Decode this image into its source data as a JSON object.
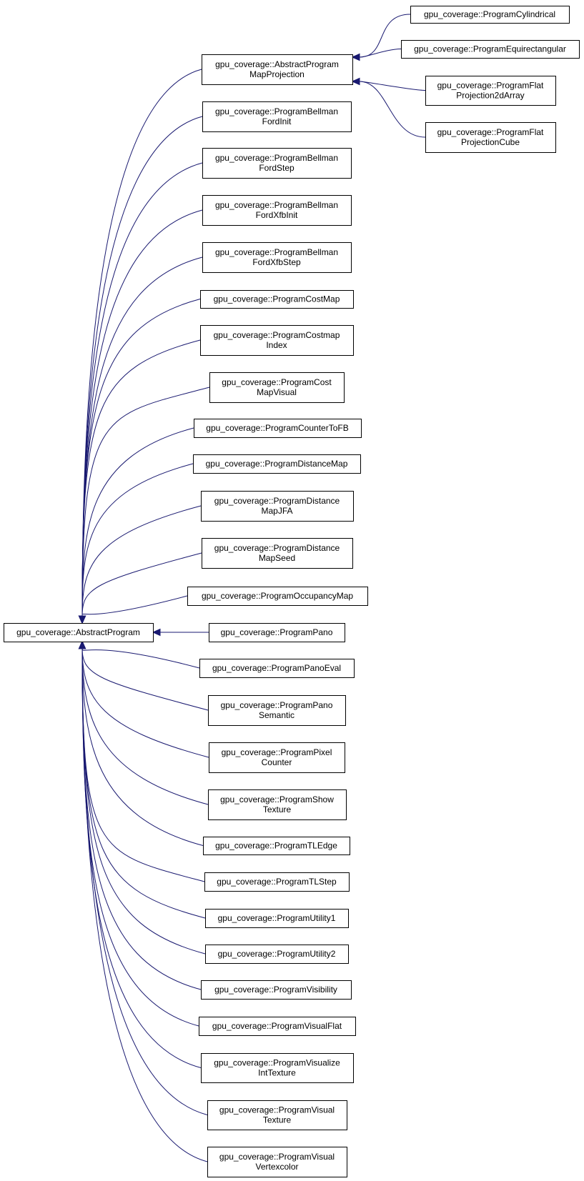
{
  "colors": {
    "edge": "#191970",
    "node_border": "#000000",
    "node_fill": "#ffffff",
    "background": "#ffffff"
  },
  "base": {
    "id": "abstract-program",
    "lines": [
      "gpu_coverage::AbstractProgram"
    ]
  },
  "nodes": [
    {
      "id": "abstract-program-map-projection",
      "parent": "abstract-program",
      "lines": [
        "gpu_coverage::AbstractProgram",
        "MapProjection"
      ]
    },
    {
      "id": "program-bellman-ford-init",
      "parent": "abstract-program",
      "lines": [
        "gpu_coverage::ProgramBellman",
        "FordInit"
      ]
    },
    {
      "id": "program-bellman-ford-step",
      "parent": "abstract-program",
      "lines": [
        "gpu_coverage::ProgramBellman",
        "FordStep"
      ]
    },
    {
      "id": "program-bellman-ford-xfb-init",
      "parent": "abstract-program",
      "lines": [
        "gpu_coverage::ProgramBellman",
        "FordXfbInit"
      ]
    },
    {
      "id": "program-bellman-ford-xfb-step",
      "parent": "abstract-program",
      "lines": [
        "gpu_coverage::ProgramBellman",
        "FordXfbStep"
      ]
    },
    {
      "id": "program-cost-map",
      "parent": "abstract-program",
      "lines": [
        "gpu_coverage::ProgramCostMap"
      ]
    },
    {
      "id": "program-costmap-index",
      "parent": "abstract-program",
      "lines": [
        "gpu_coverage::ProgramCostmap",
        "Index"
      ]
    },
    {
      "id": "program-cost-map-visual",
      "parent": "abstract-program",
      "lines": [
        "gpu_coverage::ProgramCost",
        "MapVisual"
      ]
    },
    {
      "id": "program-counter-to-fb",
      "parent": "abstract-program",
      "lines": [
        "gpu_coverage::ProgramCounterToFB"
      ]
    },
    {
      "id": "program-distance-map",
      "parent": "abstract-program",
      "lines": [
        "gpu_coverage::ProgramDistanceMap"
      ]
    },
    {
      "id": "program-distance-map-jfa",
      "parent": "abstract-program",
      "lines": [
        "gpu_coverage::ProgramDistance",
        "MapJFA"
      ]
    },
    {
      "id": "program-distance-map-seed",
      "parent": "abstract-program",
      "lines": [
        "gpu_coverage::ProgramDistance",
        "MapSeed"
      ]
    },
    {
      "id": "program-occupancy-map",
      "parent": "abstract-program",
      "lines": [
        "gpu_coverage::ProgramOccupancyMap"
      ]
    },
    {
      "id": "program-pano",
      "parent": "abstract-program",
      "lines": [
        "gpu_coverage::ProgramPano"
      ]
    },
    {
      "id": "program-pano-eval",
      "parent": "abstract-program",
      "lines": [
        "gpu_coverage::ProgramPanoEval"
      ]
    },
    {
      "id": "program-pano-semantic",
      "parent": "abstract-program",
      "lines": [
        "gpu_coverage::ProgramPano",
        "Semantic"
      ]
    },
    {
      "id": "program-pixel-counter",
      "parent": "abstract-program",
      "lines": [
        "gpu_coverage::ProgramPixel",
        "Counter"
      ]
    },
    {
      "id": "program-show-texture",
      "parent": "abstract-program",
      "lines": [
        "gpu_coverage::ProgramShow",
        "Texture"
      ]
    },
    {
      "id": "program-tl-edge",
      "parent": "abstract-program",
      "lines": [
        "gpu_coverage::ProgramTLEdge"
      ]
    },
    {
      "id": "program-tl-step",
      "parent": "abstract-program",
      "lines": [
        "gpu_coverage::ProgramTLStep"
      ]
    },
    {
      "id": "program-utility1",
      "parent": "abstract-program",
      "lines": [
        "gpu_coverage::ProgramUtility1"
      ]
    },
    {
      "id": "program-utility2",
      "parent": "abstract-program",
      "lines": [
        "gpu_coverage::ProgramUtility2"
      ]
    },
    {
      "id": "program-visibility",
      "parent": "abstract-program",
      "lines": [
        "gpu_coverage::ProgramVisibility"
      ]
    },
    {
      "id": "program-visual-flat",
      "parent": "abstract-program",
      "lines": [
        "gpu_coverage::ProgramVisualFlat"
      ]
    },
    {
      "id": "program-visualize-int-texture",
      "parent": "abstract-program",
      "lines": [
        "gpu_coverage::ProgramVisualize",
        "IntTexture"
      ]
    },
    {
      "id": "program-visual-texture",
      "parent": "abstract-program",
      "lines": [
        "gpu_coverage::ProgramVisual",
        "Texture"
      ]
    },
    {
      "id": "program-visual-vertexcolor",
      "parent": "abstract-program",
      "lines": [
        "gpu_coverage::ProgramVisual",
        "Vertexcolor"
      ]
    },
    {
      "id": "program-cylindrical",
      "parent": "abstract-program-map-projection",
      "lines": [
        "gpu_coverage::ProgramCylindrical"
      ]
    },
    {
      "id": "program-equirectangular",
      "parent": "abstract-program-map-projection",
      "lines": [
        "gpu_coverage::ProgramEquirectangular"
      ]
    },
    {
      "id": "program-flat-projection-2d-array",
      "parent": "abstract-program-map-projection",
      "lines": [
        "gpu_coverage::ProgramFlat",
        "Projection2dArray"
      ]
    },
    {
      "id": "program-flat-projection-cube",
      "parent": "abstract-program-map-projection",
      "lines": [
        "gpu_coverage::ProgramFlat",
        "ProjectionCube"
      ]
    }
  ]
}
